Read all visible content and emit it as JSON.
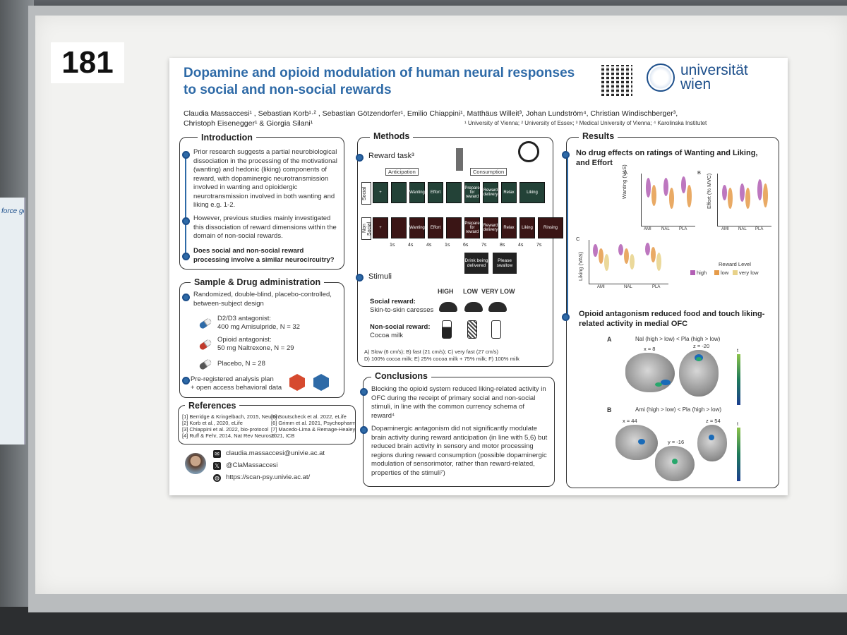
{
  "board": {
    "number": "181"
  },
  "left_poster": {
    "title_fragment": "force ge"
  },
  "poster": {
    "title": "Dopamine and opioid modulation of human neural responses to social and non-social rewards",
    "authors_line1": "Claudia Massaccesi¹ , Sebastian Korb¹·² , Sebastian Götzendorfer¹, Emilio Chiappini¹, Matthäus Willeit³, Johan Lundström⁴, Christian Windischberger³,",
    "authors_line2": "Christoph Eisenegger¹ & Giorgia Silani¹",
    "affiliations": "¹ University of Vienna; ² University of Essex; ³ Medical University of Vienna; ⁴ Karolinska Institutet",
    "logo_line1": "universität",
    "logo_line2": "wien",
    "colors": {
      "title": "#2e6aa7",
      "accent": "#1d4f8b",
      "high": "#b25fb4",
      "low": "#e59b4a",
      "very_low": "#e8d28a"
    }
  },
  "introduction": {
    "heading": "Introduction",
    "p1": "Prior research suggests a partial neurobiological dissociation in the processing of the motivational (wanting) and hedonic (liking) components of reward, with dopaminergic neurotransmission involved in wanting and opioidergic neurotransmission involved in both wanting and liking e.g. 1-2.",
    "p2": "However, previous studies mainly investigated this dissociation of reward dimensions within the domain of non-social rewards.",
    "p3": "Does social and non-social reward processing involve a similar neurocircuitry?"
  },
  "sample": {
    "heading": "Sample & Drug administration",
    "p1": "Randomized, double-blind, placebo-controlled, between-subject design",
    "drug1_a": "D2/D3 antagonist:",
    "drug1_b": "400 mg Amisulpride, N = 32",
    "drug2_a": "Opioid antagonist:",
    "drug2_b": "50 mg Naltrexone, N = 29",
    "drug3": "Placebo, N = 28",
    "prereg_a": "Pre-registered analysis plan",
    "prereg_b": "+ open access behavioral data"
  },
  "references": {
    "heading": "References",
    "left": [
      "[1] Berridge & Kringelbach, 2015, Neuron",
      "[2] Korb et al., 2020, eLife",
      "[3] Chiappini et al. 2022, bio-protocol",
      "[4] Ruff & Fehr, 2014, Nat Rev Neurosci"
    ],
    "right": [
      "[5] Soutscheck et al. 2022, eLife",
      "[6] Grimm et al. 2021, Psychopharm",
      "[7] Macedo-Lima & Remage-Healey,",
      "2021, ICB"
    ]
  },
  "contact": {
    "email": "claudia.massaccesi@univie.ac.at",
    "twitter": "@ClaMassaccesi",
    "web": "https://scan-psy.univie.ac.at/"
  },
  "methods": {
    "heading": "Methods",
    "task_label": "Reward task³",
    "anticipation": "Anticipation",
    "consumption": "Consumption",
    "row_social": "Social",
    "row_nonsocial": "Non Social",
    "screens_social": [
      "+",
      "",
      "Wanting",
      "Effort",
      "",
      "Prepare for reward",
      "Reward delivery",
      "Relax",
      "Liking"
    ],
    "screens_nonsocial": [
      "+",
      "",
      "Wanting",
      "Effort",
      "",
      "Prepare for reward",
      "Reward delivery",
      "Relax",
      "Liking",
      "Rinsing"
    ],
    "times": [
      "1s",
      "4s",
      "4s",
      "1s",
      "6s",
      "7s",
      "8s",
      "4s",
      "7s"
    ],
    "drink_box": "Drink being delivered",
    "swallow_box": "Please swallow",
    "stimuli_heading": "Stimuli",
    "levels": [
      "HIGH",
      "LOW",
      "VERY LOW"
    ],
    "social_reward": "Social reward:",
    "social_reward_desc": "Skin-to-skin caresses",
    "nonsocial_reward": "Non-social reward:",
    "nonsocial_reward_desc": "Cocoa milk",
    "foot1": "A)  Slow (6 cm/s); B) fast (21 cm/s); C) very fast (27 cm/s)",
    "foot2": "D) 100% cocoa milk; E) 25% cocoa milk + 75% milk; F) 100% milk"
  },
  "conclusions": {
    "heading": "Conclusions",
    "p1": "Blocking the opioid system reduced liking-related activity in OFC during the receipt of primary social and non-social stimuli, in line with the common currency schema of reward⁴",
    "p2": "Dopaminergic antagonism did not significantly modulate brain activity during reward anticipation (in line with 5,6) but reduced brain activity in sensory and motor processing regions during reward consumption (possible dopaminergic modulation of sensorimotor, rather than reward-related, properties of the stimuli⁷)"
  },
  "results": {
    "heading": "Results",
    "finding1": "No drug effects on ratings of Wanting and Liking, and Effort",
    "panel_a": "A",
    "panel_b": "B",
    "panel_c": "C",
    "ylabel_a": "Wanting (VAS)",
    "ylabel_b": "Effort (% MVC)",
    "ylabel_c": "Liking (VAS)",
    "groups": [
      "AMI",
      "NAL",
      "PLA"
    ],
    "legend_title": "Reward Level",
    "legend": [
      "high",
      "low",
      "very low"
    ],
    "finding2": "Opioid antagonism reduced food and touch liking-related activity in medial OFC",
    "brain_a_label": "A",
    "brain_a_title": "Nal (high > low) < Pla (high > low)",
    "brain_a_x": "x = 8",
    "brain_a_z": "z = -20",
    "brain_b_label": "B",
    "brain_b_title": "Ami (high > low) < Pla (high > low)",
    "brain_b_x": "x = 44",
    "brain_b_y": "y = -16",
    "brain_b_z": "z = 54",
    "cbar_label": "t"
  }
}
